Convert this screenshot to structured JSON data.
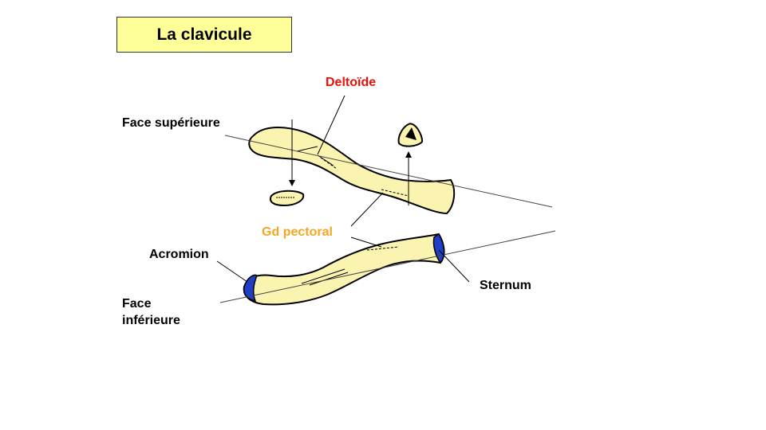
{
  "title": "La clavicule",
  "labels": {
    "deltoide": "Deltoïde",
    "face_superieure": "Face supérieure",
    "gd_pectoral": "Gd pectoral",
    "acromion": "Acromion",
    "sternum": "Sternum",
    "face_inferieure_line1": "Face",
    "face_inferieure_line2": "inférieure"
  },
  "colors": {
    "bone_fill": "#faf4b0",
    "articular_blue": "#1f3fc9",
    "deltoide_label": "#e8100a",
    "pectoral_label": "#f5a623",
    "title_bg": "#ffff99"
  }
}
